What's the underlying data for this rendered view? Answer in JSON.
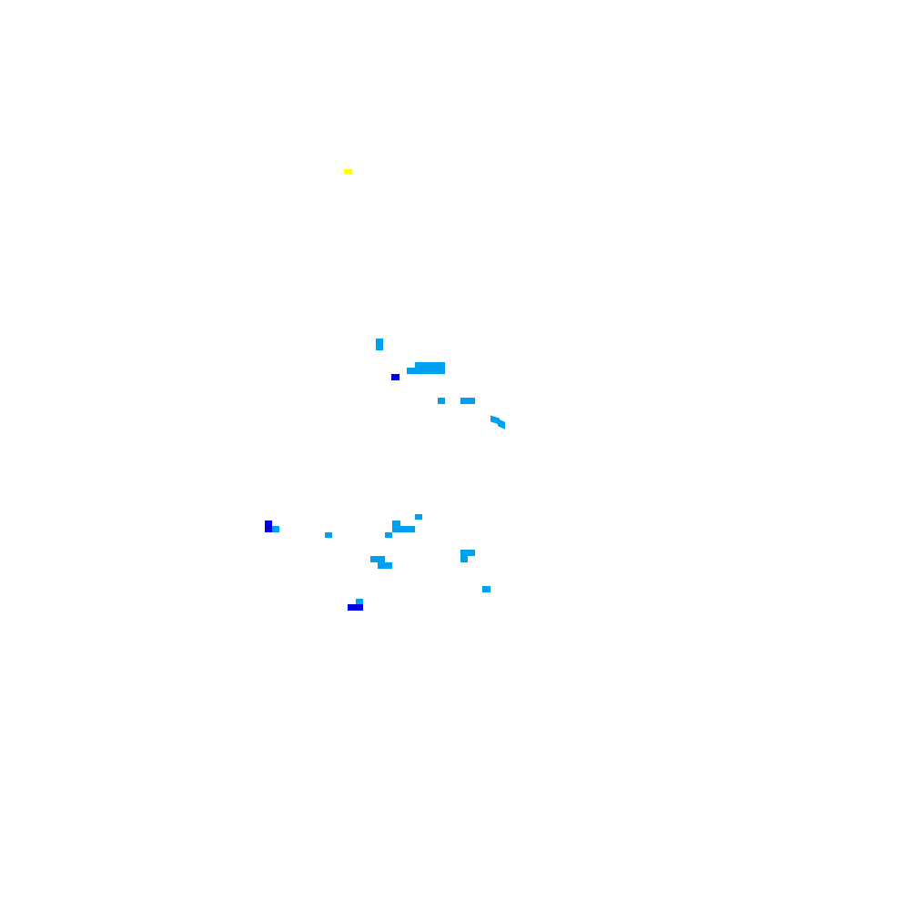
{
  "colors": {
    "background": "#ffffff",
    "light_blue": "#00a0f0",
    "dark_blue": "#0000e6",
    "yellow": "#ffff00"
  },
  "blobs": [
    {
      "id": "yellow-1",
      "color": "yellow"
    },
    {
      "id": "cyan-1",
      "color": "light_blue"
    },
    {
      "id": "cyan-2",
      "color": "light_blue"
    },
    {
      "id": "cyan-3",
      "color": "light_blue"
    },
    {
      "id": "blue-1",
      "color": "dark_blue"
    },
    {
      "id": "cyan-4",
      "color": "light_blue"
    },
    {
      "id": "cyan-5",
      "color": "light_blue"
    },
    {
      "id": "cyan-6",
      "color": "light_blue"
    },
    {
      "id": "cyan-7",
      "color": "light_blue"
    },
    {
      "id": "blue-2",
      "color": "dark_blue"
    },
    {
      "id": "cyan-8",
      "color": "light_blue"
    },
    {
      "id": "cyan-9",
      "color": "light_blue"
    },
    {
      "id": "cyan-10",
      "color": "light_blue"
    },
    {
      "id": "cyan-11",
      "color": "light_blue"
    },
    {
      "id": "cyan-12",
      "color": "light_blue"
    },
    {
      "id": "cyan-13",
      "color": "light_blue"
    },
    {
      "id": "cyan-14",
      "color": "light_blue"
    },
    {
      "id": "cyan-15",
      "color": "light_blue"
    },
    {
      "id": "cyan-16",
      "color": "light_blue"
    },
    {
      "id": "cyan-17",
      "color": "light_blue"
    },
    {
      "id": "cyan-18",
      "color": "light_blue"
    },
    {
      "id": "cyan-19",
      "color": "light_blue"
    },
    {
      "id": "cyan-20",
      "color": "light_blue"
    },
    {
      "id": "blue-3",
      "color": "dark_blue"
    }
  ]
}
